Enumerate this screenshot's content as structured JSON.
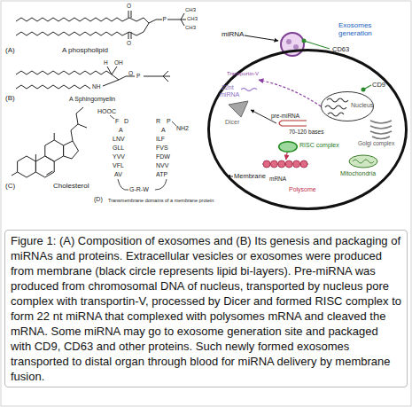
{
  "diagram": {
    "caption": "Figure 1: (A) Composition of exosomes and (B) Its genesis and packaging of miRNAs and proteins. Extracellular vesicles or exosomes were produced from membrane (black circle represents lipid bi-layers). Pre-miRNA was produced from chromosomal DNA of nucleus, transported by nucleus pore complex with transportin-V, processed by Dicer and formed RISC complex to form 22 nt miRNA that complexed with polysomes mRNA and cleaved the mRNA. Some miRNA may go to exosome generation site and packaged with CD9, CD63 and other proteins. Such newly formed exosomes transported to distal organ through blood for miRNA delivery by membrane fusion.",
    "nodes": [
      {
        "text": [
          "Membrane"
        ]
      },
      {
        "text": [
          "Nucleus"
        ],
        "in": 0
      },
      {
        "text": [
          "RISC complex"
        ],
        "in": 0
      },
      {
        "text": [
          "Polysome"
        ],
        "in": 0
      }
    ],
    "edges": [
      {
        "from": 2,
        "to": 3,
        "arrow": "to"
      }
    ],
    "labels": [
      "O",
      "O",
      "P",
      "CH3",
      "CH3",
      "CH3",
      "(A)",
      "A phospholipid",
      "H",
      "OH",
      "NH",
      "O",
      "P",
      "(B)",
      "A Sphingomyelin",
      "Cholesterol",
      "(C)",
      "HOOC",
      "F",
      "D",
      "A",
      "LNV",
      "GLL",
      "YVV",
      "VFL",
      "AV",
      "R",
      "P",
      "NH2",
      "A",
      "ILF",
      "FVS",
      "FDW",
      "NVV",
      "ATP",
      "G-R-W",
      "(D)",
      "Transmembrane domains of a membrane protein",
      "miRNA",
      "Exosomes generation",
      "CD63",
      "CD9",
      "Transportin-V",
      "22nt",
      "miRNA",
      "Dicer",
      "pre-miRNA",
      "70-120 bases",
      "Golgi complex",
      "Mitochondria",
      "mRNA"
    ]
  }
}
